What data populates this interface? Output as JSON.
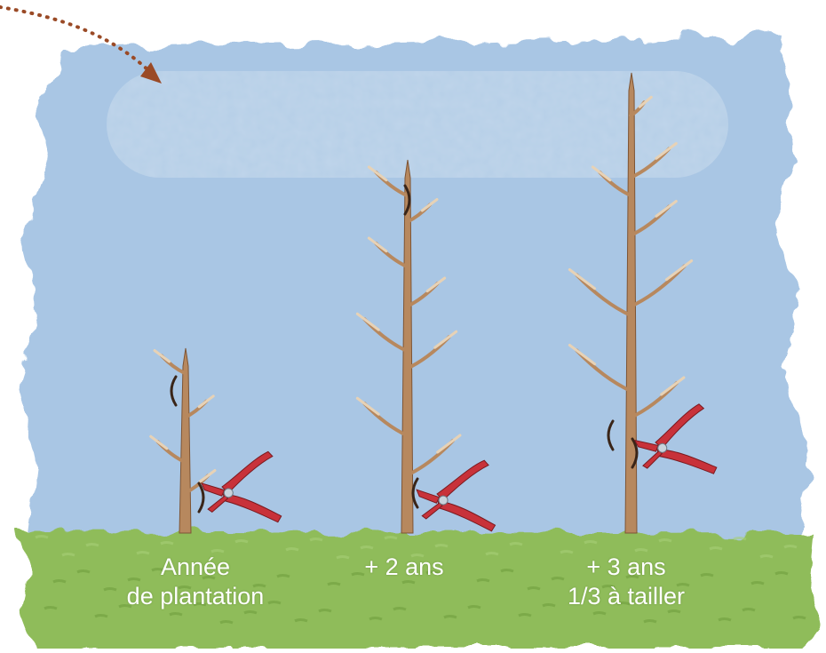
{
  "colors": {
    "sky": "#a9c6e4",
    "sky_light": "#cfdfee",
    "grass": "#8fbc5a",
    "grass_dark": "#6f9e3e",
    "trunk": "#b7885e",
    "trunk_dark": "#7e5535",
    "branch_light": "#e7d2b6",
    "pruner": "#c8323a",
    "cut_mark": "#3a2518",
    "arrow": "#9a4a26"
  },
  "captions": [
    {
      "lines": [
        "Année",
        "de plantation"
      ]
    },
    {
      "lines": [
        "+ 2 ans"
      ]
    },
    {
      "lines": [
        "+ 3 ans",
        "1/3 à tailler"
      ]
    }
  ],
  "icons": [
    "pruning-shears-icon",
    "dotted-arrow-icon"
  ]
}
